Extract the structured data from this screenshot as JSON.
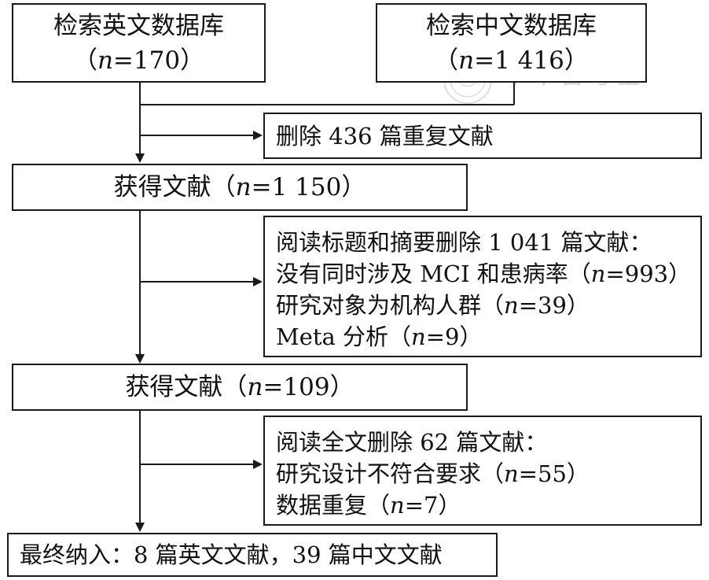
{
  "boxes": {
    "english_db": {
      "label": "检索英文数据库",
      "n_prefix": "（",
      "n_var": "n",
      "n_value": "=170",
      "n_suffix": "）"
    },
    "chinese_db": {
      "label": "检索中文数据库",
      "n_prefix": "（",
      "n_var": "n",
      "n_value": "=1 416",
      "n_suffix": "）"
    },
    "remove_dup": {
      "label": "删除 436 篇重复文献"
    },
    "obtained_1": {
      "prefix": "获得文献（",
      "n_var": "n",
      "n_value": "=1 150",
      "suffix": "）"
    },
    "exclude_1": {
      "line1": "阅读标题和摘要删除 1 041 篇文献：",
      "line2_prefix": "没有同时涉及 MCI 和患病率（",
      "line2_var": "n",
      "line2_value": "=993",
      "line2_suffix": "）",
      "line3_prefix": "研究对象为机构人群（",
      "line3_var": "n",
      "line3_value": "=39",
      "line3_suffix": "）",
      "line4_prefix": "Meta 分析（",
      "line4_var": "n",
      "line4_value": "=9",
      "line4_suffix": "）"
    },
    "obtained_2": {
      "prefix": "获得文献（",
      "n_var": "n",
      "n_value": "=109",
      "suffix": "）"
    },
    "exclude_2": {
      "line1": "阅读全文删除 62 篇文献：",
      "line2_prefix": "研究设计不符合要求（",
      "line2_var": "n",
      "line2_value": "=55",
      "line2_suffix": "）",
      "line3_prefix": "数据重复（",
      "line3_var": "n",
      "line3_value": "=7",
      "line3_suffix": "）"
    },
    "final": {
      "label": "最终纳入：8 篇英文文献，39 篇中文文献"
    }
  },
  "watermark": {
    "text": "中华普考全"
  },
  "colors": {
    "stroke": "#1a1a1a",
    "text": "#111111"
  }
}
